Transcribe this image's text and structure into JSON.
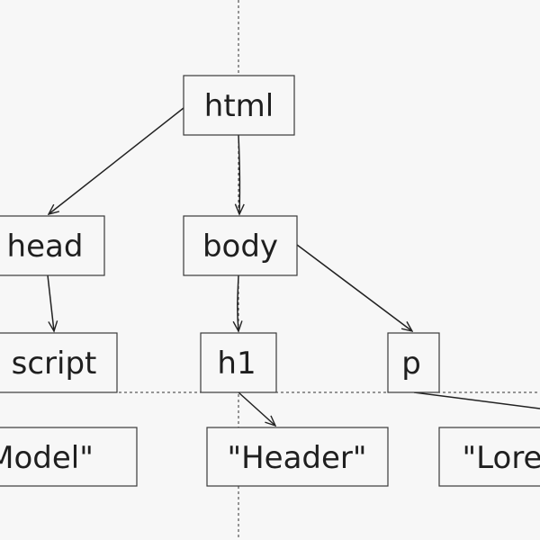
{
  "diagram": {
    "nodes": [
      {
        "id": "html",
        "label": "html"
      },
      {
        "id": "head",
        "label": "head"
      },
      {
        "id": "body",
        "label": "body"
      },
      {
        "id": "script",
        "label": "script"
      },
      {
        "id": "h1",
        "label": "h1"
      },
      {
        "id": "p",
        "label": "p"
      },
      {
        "id": "script-text",
        "label": "Model\""
      },
      {
        "id": "h1-text",
        "label": "\"Header\""
      },
      {
        "id": "p-text",
        "label": "\"Lore"
      }
    ],
    "edges": [
      {
        "from": "html",
        "to": "head"
      },
      {
        "from": "html",
        "to": "body"
      },
      {
        "from": "head",
        "to": "script"
      },
      {
        "from": "body",
        "to": "h1"
      },
      {
        "from": "body",
        "to": "p"
      },
      {
        "from": "h1",
        "to": "h1-text"
      },
      {
        "from": "p",
        "to": "p-text"
      }
    ]
  }
}
